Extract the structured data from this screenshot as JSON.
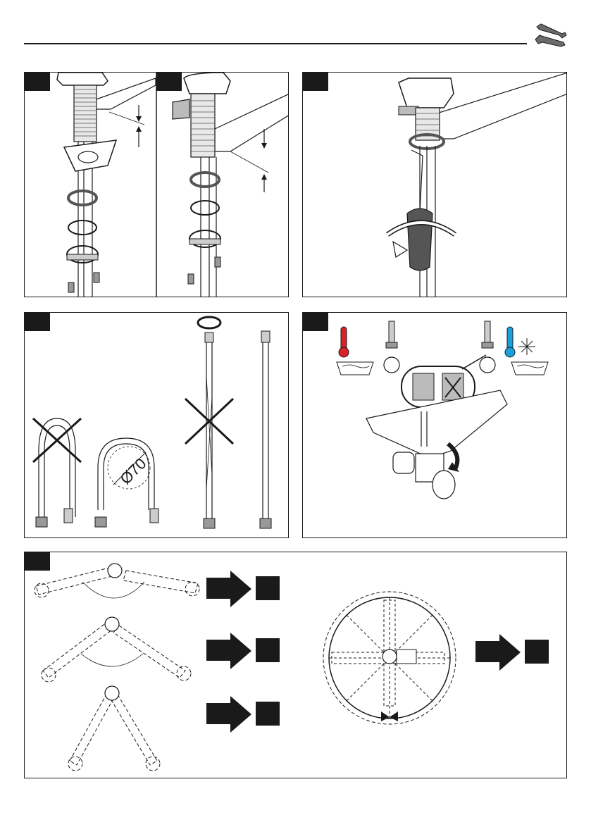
{
  "header": {
    "tools_icon": "wrench-screwdriver-icon"
  },
  "panels": {
    "panel1": {
      "dimension_label": "",
      "icons": [
        "thread-stem",
        "horseshoe-washer",
        "ring-washer",
        "nut",
        "screw"
      ]
    },
    "panel2": {
      "icons": [
        "hand-tool-icon",
        "rotate-arrow-icon"
      ]
    },
    "panel3": {
      "diameter_label": "Ø70",
      "icons": [
        "crossed-hose-icon",
        "rotate-arrow-icon"
      ]
    },
    "panel4": {
      "icons": [
        "hot-thermometer-icon",
        "cold-thermometer-icon",
        "snowflake-icon",
        "wrench-icon",
        "thread-check-icon"
      ]
    },
    "panel5": {
      "icons": [
        "spout-rotation-icon",
        "arrow-right-icon"
      ]
    }
  },
  "colors": {
    "ink": "#1a1a1a",
    "hot": "#d6232a",
    "cold": "#1aa1dc",
    "shade": "#9a9a9a"
  }
}
